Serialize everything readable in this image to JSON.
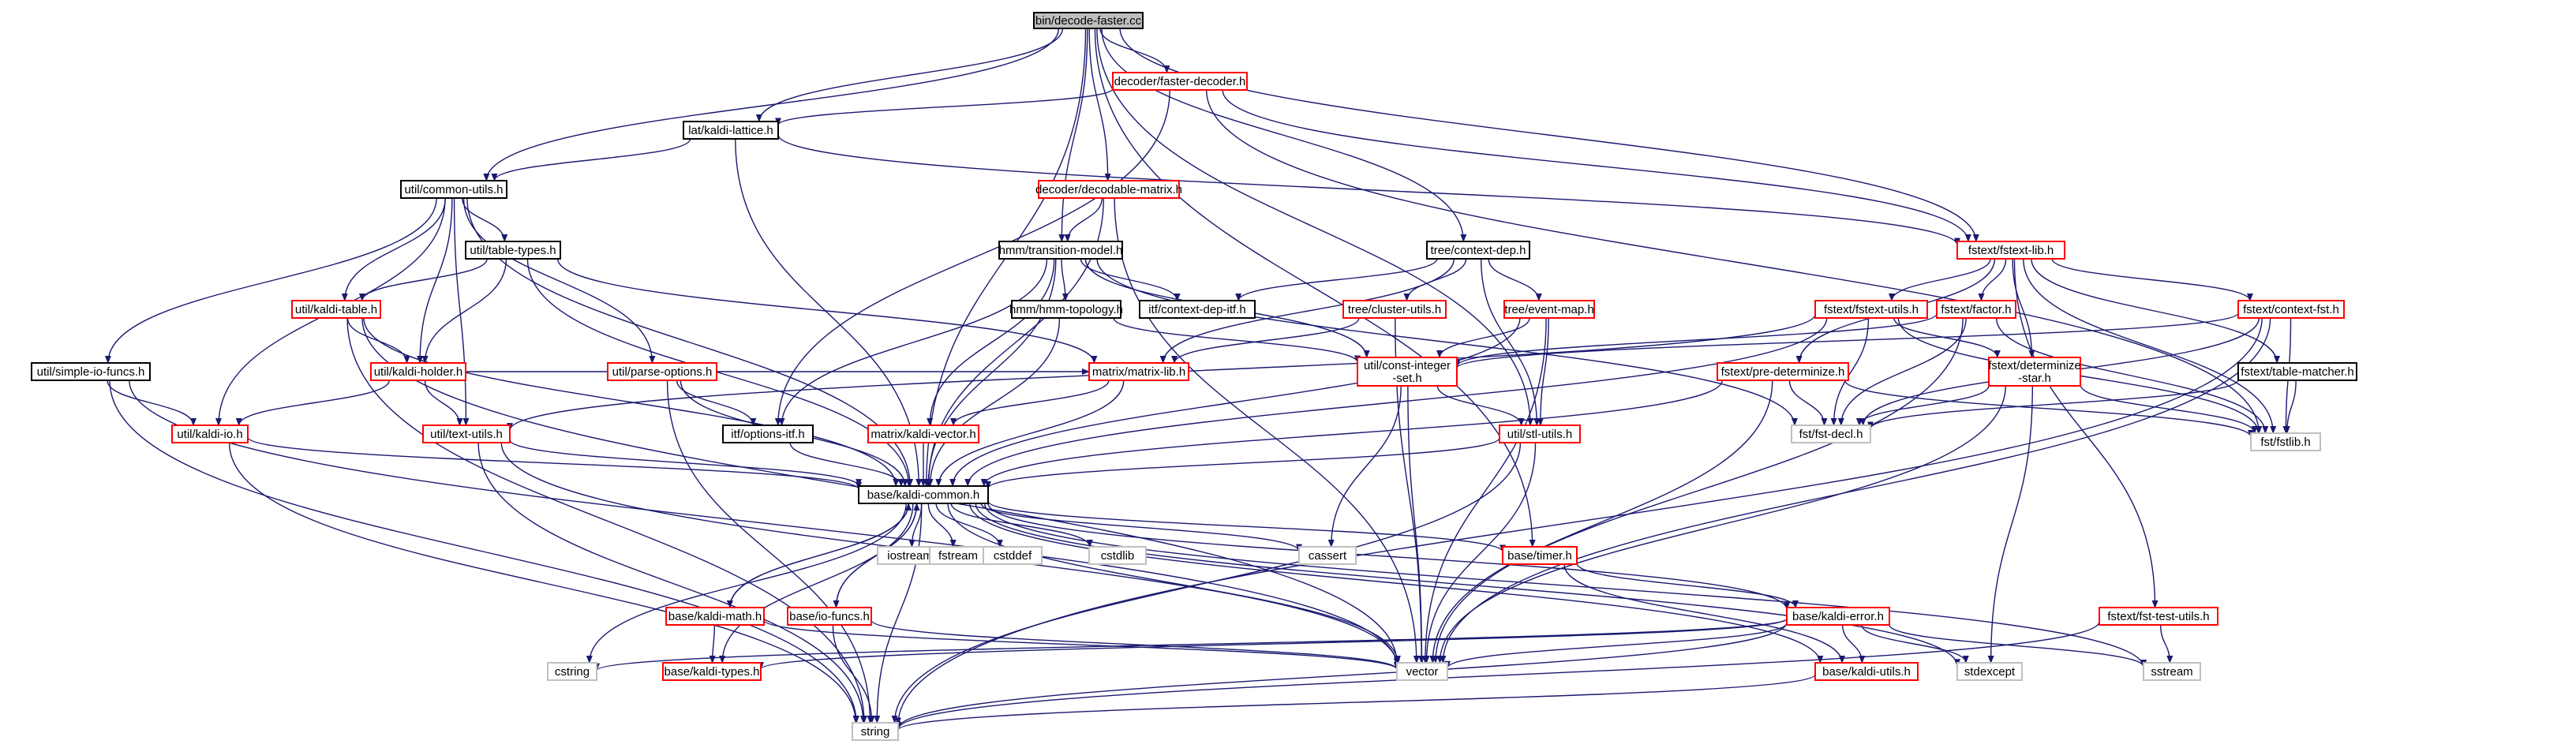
{
  "colors": {
    "edge": "#191970",
    "root_fill": "#bfbfbf",
    "border_black": "#000000",
    "border_red": "#ff0000",
    "border_gray": "#bfbfbf",
    "text": "#000000"
  },
  "nodes": [
    {
      "id": "root",
      "label": "bin/decode-faster.cc",
      "style": "root",
      "icon": "root-file"
    },
    {
      "id": "faster_decoder",
      "label": "decoder/faster-decoder.h",
      "style": "red"
    },
    {
      "id": "lattice",
      "label": "lat/kaldi-lattice.h",
      "style": "black"
    },
    {
      "id": "common_utils",
      "label": "util/common-utils.h",
      "style": "black"
    },
    {
      "id": "decodable_matrix",
      "label": "decoder/decodable-matrix.h",
      "style": "red"
    },
    {
      "id": "fstext_lib",
      "label": "fstext/fstext-lib.h",
      "style": "red"
    },
    {
      "id": "table_types",
      "label": "util/table-types.h",
      "style": "black"
    },
    {
      "id": "transition_model",
      "label": "hmm/transition-model.h",
      "style": "black"
    },
    {
      "id": "context_dep",
      "label": "tree/context-dep.h",
      "style": "black"
    },
    {
      "id": "kaldi_table",
      "label": "util/kaldi-table.h",
      "style": "red"
    },
    {
      "id": "hmm_topology",
      "label": "hmm/hmm-topology.h",
      "style": "black"
    },
    {
      "id": "context_dep_itf",
      "label": "itf/context-dep-itf.h",
      "style": "black"
    },
    {
      "id": "cluster_utils",
      "label": "tree/cluster-utils.h",
      "style": "red"
    },
    {
      "id": "event_map",
      "label": "tree/event-map.h",
      "style": "red"
    },
    {
      "id": "fstext_utils",
      "label": "fstext/fstext-utils.h",
      "style": "red"
    },
    {
      "id": "factor",
      "label": "fstext/factor.h",
      "style": "red"
    },
    {
      "id": "context_fst",
      "label": "fstext/context-fst.h",
      "style": "red"
    },
    {
      "id": "simple_io_funcs",
      "label": "util/simple-io-funcs.h",
      "style": "black"
    },
    {
      "id": "kaldi_holder",
      "label": "util/kaldi-holder.h",
      "style": "red"
    },
    {
      "id": "parse_options",
      "label": "util/parse-options.h",
      "style": "red"
    },
    {
      "id": "matrix_lib",
      "label": "matrix/matrix-lib.h",
      "style": "red"
    },
    {
      "id": "const_integer_set",
      "label": "util/const-integer\n-set.h",
      "style": "red"
    },
    {
      "id": "pre_determinize",
      "label": "fstext/pre-determinize.h",
      "style": "red"
    },
    {
      "id": "determinize_star",
      "label": "fstext/determinize\n-star.h",
      "style": "red"
    },
    {
      "id": "table_matcher",
      "label": "fstext/table-matcher.h",
      "style": "black"
    },
    {
      "id": "kaldi_io",
      "label": "util/kaldi-io.h",
      "style": "red"
    },
    {
      "id": "text_utils",
      "label": "util/text-utils.h",
      "style": "red"
    },
    {
      "id": "options_itf",
      "label": "itf/options-itf.h",
      "style": "black"
    },
    {
      "id": "kaldi_vector",
      "label": "matrix/kaldi-vector.h",
      "style": "red"
    },
    {
      "id": "stl_utils",
      "label": "util/stl-utils.h",
      "style": "red"
    },
    {
      "id": "fst_decl",
      "label": "fst/fst-decl.h",
      "style": "gray"
    },
    {
      "id": "fstlib",
      "label": "fst/fstlib.h",
      "style": "gray"
    },
    {
      "id": "kaldi_common",
      "label": "base/kaldi-common.h",
      "style": "black"
    },
    {
      "id": "iostream",
      "label": "iostream",
      "style": "gray"
    },
    {
      "id": "fstream",
      "label": "fstream",
      "style": "gray"
    },
    {
      "id": "cstddef",
      "label": "cstddef",
      "style": "gray"
    },
    {
      "id": "cstdlib",
      "label": "cstdlib",
      "style": "gray"
    },
    {
      "id": "cassert",
      "label": "cassert",
      "style": "gray"
    },
    {
      "id": "timer",
      "label": "base/timer.h",
      "style": "red"
    },
    {
      "id": "kaldi_math",
      "label": "base/kaldi-math.h",
      "style": "red"
    },
    {
      "id": "io_funcs",
      "label": "base/io-funcs.h",
      "style": "red"
    },
    {
      "id": "kaldi_error",
      "label": "base/kaldi-error.h",
      "style": "red"
    },
    {
      "id": "fst_test_utils",
      "label": "fstext/fst-test-utils.h",
      "style": "red"
    },
    {
      "id": "cstring",
      "label": "cstring",
      "style": "gray"
    },
    {
      "id": "kaldi_types",
      "label": "base/kaldi-types.h",
      "style": "red"
    },
    {
      "id": "vector",
      "label": "vector",
      "style": "gray"
    },
    {
      "id": "stdexcept",
      "label": "stdexcept",
      "style": "gray"
    },
    {
      "id": "sstream",
      "label": "sstream",
      "style": "gray"
    },
    {
      "id": "kaldi_utils",
      "label": "base/kaldi-utils.h",
      "style": "red"
    },
    {
      "id": "string",
      "label": "string",
      "style": "gray"
    }
  ],
  "edges": [
    [
      "root",
      "faster_decoder"
    ],
    [
      "root",
      "lattice"
    ],
    [
      "root",
      "common_utils"
    ],
    [
      "root",
      "decodable_matrix"
    ],
    [
      "root",
      "transition_model"
    ],
    [
      "root",
      "context_dep"
    ],
    [
      "root",
      "fstext_lib"
    ],
    [
      "root",
      "timer"
    ],
    [
      "root",
      "kaldi_common"
    ],
    [
      "root",
      "stl_utils"
    ],
    [
      "faster_decoder",
      "lattice"
    ],
    [
      "faster_decoder",
      "fstext_lib"
    ],
    [
      "faster_decoder",
      "options_itf"
    ],
    [
      "faster_decoder",
      "fstlib"
    ],
    [
      "lattice",
      "common_utils"
    ],
    [
      "lattice",
      "fstext_lib"
    ],
    [
      "lattice",
      "kaldi_common"
    ],
    [
      "common_utils",
      "table_types"
    ],
    [
      "common_utils",
      "kaldi_table"
    ],
    [
      "common_utils",
      "kaldi_holder"
    ],
    [
      "common_utils",
      "parse_options"
    ],
    [
      "common_utils",
      "simple_io_funcs"
    ],
    [
      "common_utils",
      "kaldi_io"
    ],
    [
      "common_utils",
      "text_utils"
    ],
    [
      "common_utils",
      "kaldi_common"
    ],
    [
      "decodable_matrix",
      "transition_model"
    ],
    [
      "decodable_matrix",
      "kaldi_common"
    ],
    [
      "decodable_matrix",
      "vector"
    ],
    [
      "table_types",
      "kaldi_table"
    ],
    [
      "table_types",
      "kaldi_holder"
    ],
    [
      "table_types",
      "matrix_lib"
    ],
    [
      "table_types",
      "kaldi_common"
    ],
    [
      "transition_model",
      "hmm_topology"
    ],
    [
      "transition_model",
      "context_dep_itf"
    ],
    [
      "transition_model",
      "kaldi_vector"
    ],
    [
      "transition_model",
      "const_integer_set"
    ],
    [
      "transition_model",
      "options_itf"
    ],
    [
      "transition_model",
      "fst_decl"
    ],
    [
      "transition_model",
      "kaldi_common"
    ],
    [
      "context_dep",
      "context_dep_itf"
    ],
    [
      "context_dep",
      "cluster_utils"
    ],
    [
      "context_dep",
      "event_map"
    ],
    [
      "context_dep",
      "stl_utils"
    ],
    [
      "context_dep",
      "matrix_lib"
    ],
    [
      "fstext_lib",
      "fstext_utils"
    ],
    [
      "fstext_lib",
      "factor"
    ],
    [
      "fstext_lib",
      "context_fst"
    ],
    [
      "fstext_lib",
      "pre_determinize"
    ],
    [
      "fstext_lib",
      "determinize_star"
    ],
    [
      "fstext_lib",
      "table_matcher"
    ],
    [
      "fstext_lib",
      "fst_test_utils"
    ],
    [
      "fstext_lib",
      "fstlib"
    ],
    [
      "kaldi_table",
      "kaldi_holder"
    ],
    [
      "kaldi_table",
      "string"
    ],
    [
      "kaldi_table",
      "kaldi_common"
    ],
    [
      "kaldi_table",
      "vector"
    ],
    [
      "hmm_topology",
      "const_integer_set"
    ],
    [
      "hmm_topology",
      "kaldi_common"
    ],
    [
      "cluster_utils",
      "matrix_lib"
    ],
    [
      "cluster_utils",
      "vector"
    ],
    [
      "event_map",
      "const_integer_set"
    ],
    [
      "event_map",
      "stl_utils"
    ],
    [
      "event_map",
      "kaldi_common"
    ],
    [
      "event_map",
      "vector"
    ],
    [
      "fstext_utils",
      "text_utils"
    ],
    [
      "fstext_utils",
      "determinize_star"
    ],
    [
      "fstext_utils",
      "fst_decl"
    ],
    [
      "fstext_utils",
      "fstlib"
    ],
    [
      "fstext_utils",
      "kaldi_common"
    ],
    [
      "factor",
      "const_integer_set"
    ],
    [
      "factor",
      "fst_decl"
    ],
    [
      "factor",
      "fstlib"
    ],
    [
      "factor",
      "vector"
    ],
    [
      "context_fst",
      "const_integer_set"
    ],
    [
      "context_fst",
      "fst_decl"
    ],
    [
      "context_fst",
      "fstlib"
    ],
    [
      "context_fst",
      "string"
    ],
    [
      "context_fst",
      "vector"
    ],
    [
      "simple_io_funcs",
      "kaldi_io"
    ],
    [
      "simple_io_funcs",
      "string"
    ],
    [
      "simple_io_funcs",
      "vector"
    ],
    [
      "kaldi_holder",
      "kaldi_io"
    ],
    [
      "kaldi_holder",
      "text_utils"
    ],
    [
      "kaldi_holder",
      "matrix_lib"
    ],
    [
      "parse_options",
      "options_itf"
    ],
    [
      "parse_options",
      "kaldi_common"
    ],
    [
      "parse_options",
      "string"
    ],
    [
      "matrix_lib",
      "kaldi_vector"
    ],
    [
      "matrix_lib",
      "kaldi_common"
    ],
    [
      "const_integer_set",
      "stl_utils"
    ],
    [
      "const_integer_set",
      "cassert"
    ],
    [
      "const_integer_set",
      "vector"
    ],
    [
      "pre_determinize",
      "fst_decl"
    ],
    [
      "pre_determinize",
      "fstlib"
    ],
    [
      "pre_determinize",
      "kaldi_common"
    ],
    [
      "pre_determinize",
      "vector"
    ],
    [
      "determinize_star",
      "fst_decl"
    ],
    [
      "determinize_star",
      "fstlib"
    ],
    [
      "determinize_star",
      "stdexcept"
    ],
    [
      "determinize_star",
      "vector"
    ],
    [
      "table_matcher",
      "fst_decl"
    ],
    [
      "table_matcher",
      "fstlib"
    ],
    [
      "kaldi_io",
      "kaldi_common"
    ],
    [
      "kaldi_io",
      "string"
    ],
    [
      "text_utils",
      "kaldi_common"
    ],
    [
      "text_utils",
      "string"
    ],
    [
      "text_utils",
      "vector"
    ],
    [
      "options_itf",
      "kaldi_common"
    ],
    [
      "kaldi_vector",
      "kaldi_common"
    ],
    [
      "stl_utils",
      "kaldi_common"
    ],
    [
      "stl_utils",
      "vector"
    ],
    [
      "stl_utils",
      "string"
    ],
    [
      "kaldi_common",
      "iostream"
    ],
    [
      "kaldi_common",
      "fstream"
    ],
    [
      "kaldi_common",
      "cstddef"
    ],
    [
      "kaldi_common",
      "cstdlib"
    ],
    [
      "kaldi_common",
      "cassert"
    ],
    [
      "kaldi_common",
      "timer"
    ],
    [
      "kaldi_common",
      "kaldi_math"
    ],
    [
      "kaldi_common",
      "io_funcs"
    ],
    [
      "kaldi_common",
      "kaldi_error"
    ],
    [
      "kaldi_common",
      "kaldi_utils"
    ],
    [
      "kaldi_common",
      "cstring"
    ],
    [
      "kaldi_common",
      "kaldi_types"
    ],
    [
      "kaldi_common",
      "vector"
    ],
    [
      "kaldi_common",
      "string"
    ],
    [
      "kaldi_common",
      "stdexcept"
    ],
    [
      "kaldi_common",
      "sstream"
    ],
    [
      "timer",
      "kaldi_error"
    ],
    [
      "timer",
      "kaldi_utils"
    ],
    [
      "kaldi_math",
      "kaldi_common"
    ],
    [
      "kaldi_math",
      "kaldi_types"
    ],
    [
      "kaldi_math",
      "vector"
    ],
    [
      "io_funcs",
      "kaldi_common"
    ],
    [
      "io_funcs",
      "string"
    ],
    [
      "io_funcs",
      "vector"
    ],
    [
      "kaldi_error",
      "kaldi_types"
    ],
    [
      "kaldi_error",
      "kaldi_utils"
    ],
    [
      "kaldi_error",
      "cstring"
    ],
    [
      "kaldi_error",
      "vector"
    ],
    [
      "kaldi_error",
      "stdexcept"
    ],
    [
      "kaldi_error",
      "sstream"
    ],
    [
      "kaldi_error",
      "string"
    ],
    [
      "fst_test_utils",
      "sstream"
    ],
    [
      "fst_test_utils",
      "string"
    ],
    [
      "kaldi_utils",
      "string"
    ]
  ]
}
